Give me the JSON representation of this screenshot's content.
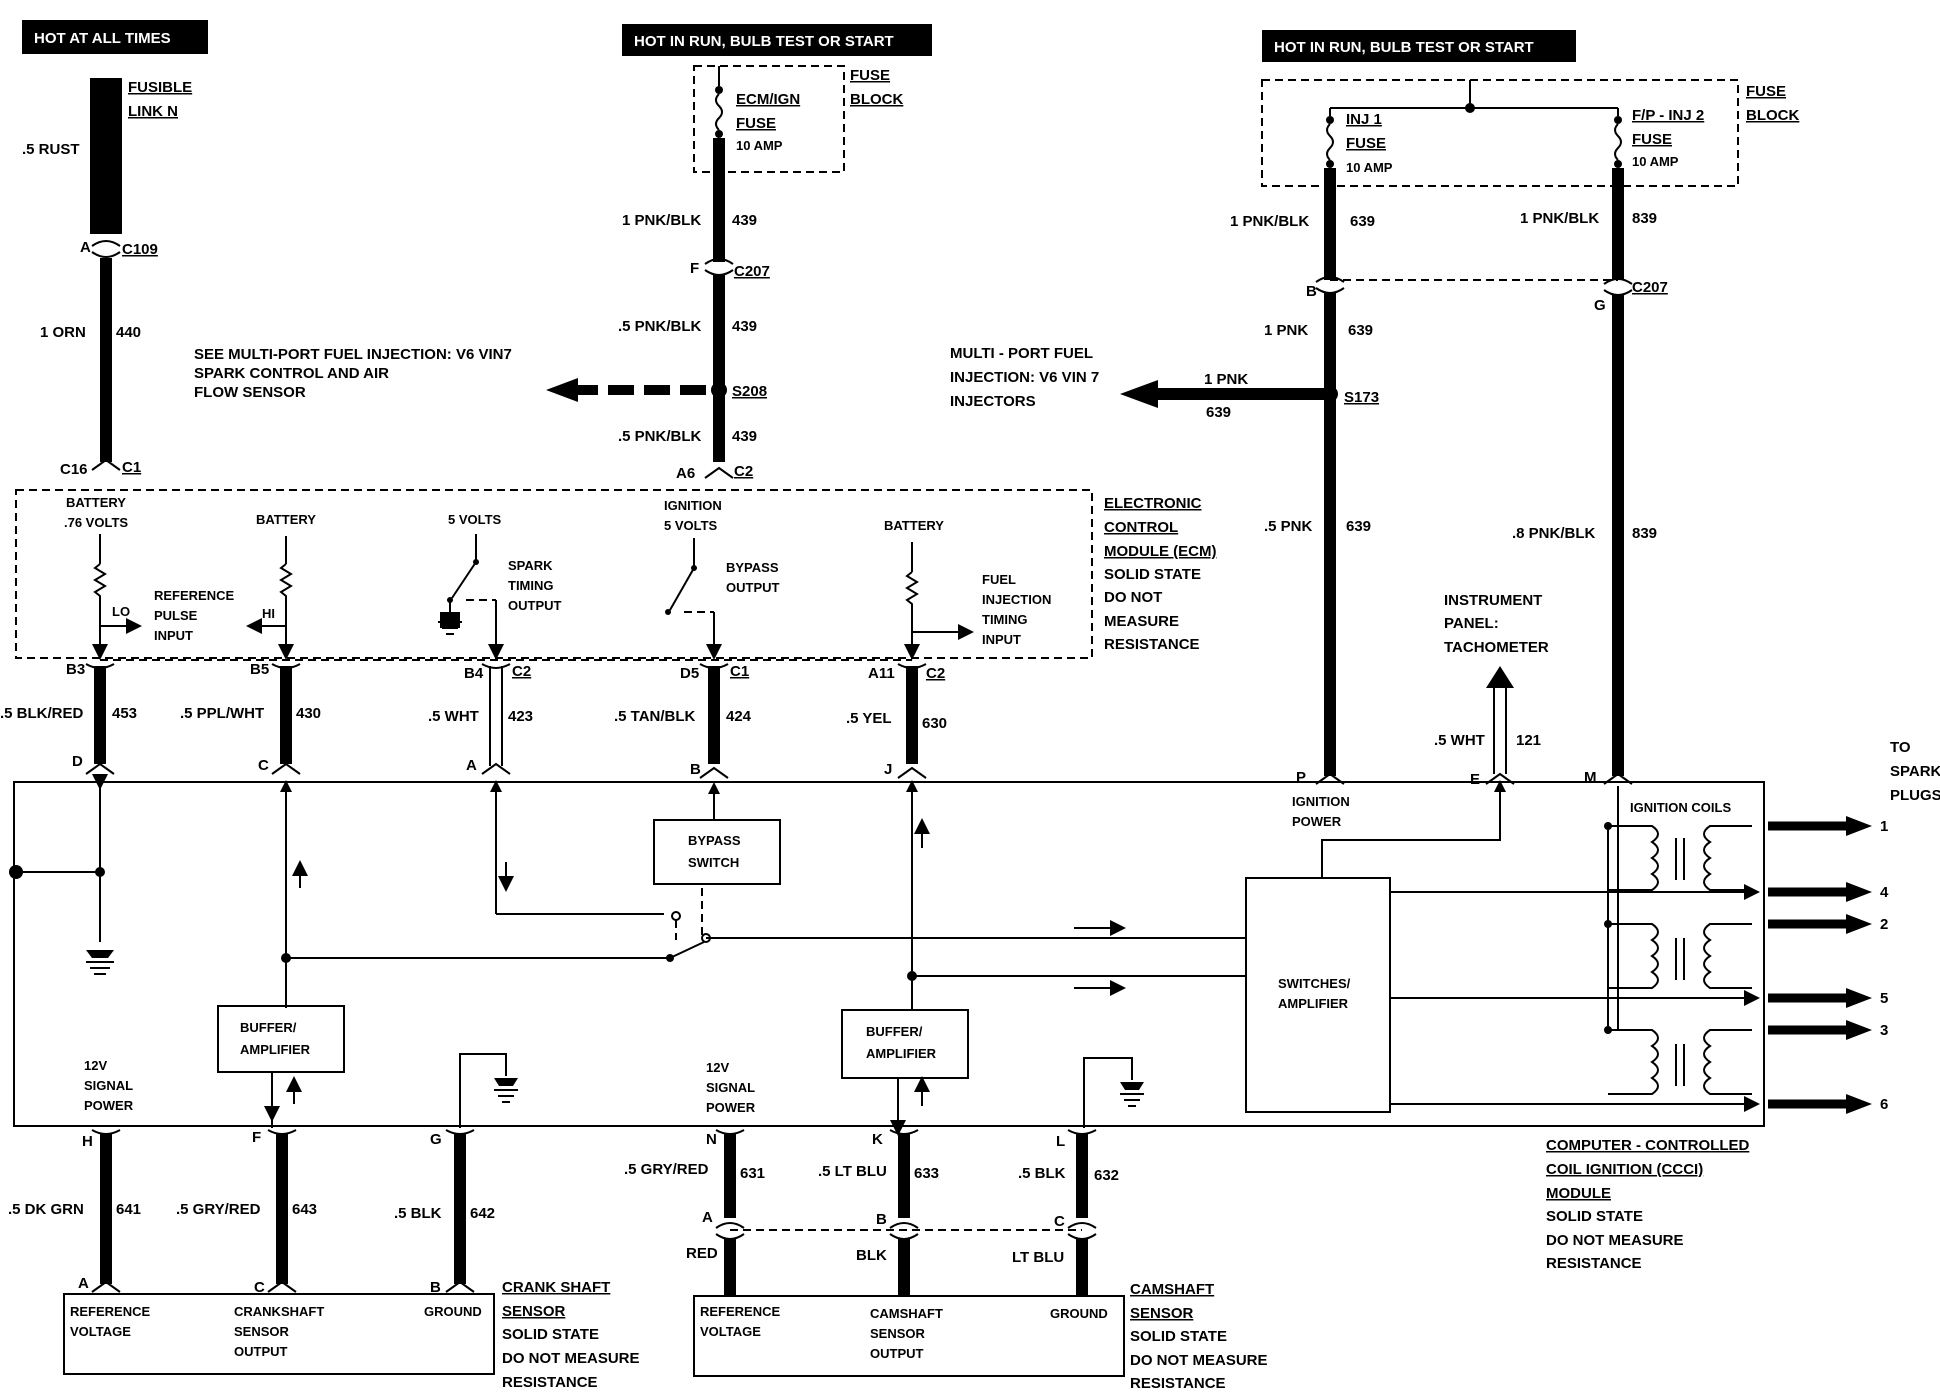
{
  "headers": {
    "hot_at_all_times": "HOT AT ALL TIMES",
    "hot_in_run_1": "HOT IN RUN, BULB TEST OR START",
    "hot_in_run_2": "HOT IN RUN, BULB TEST OR START"
  },
  "fusible_link": {
    "line1": "FUSIBLE",
    "line2": "LINK N",
    "wire": ".5 RUST",
    "conn_pin": "A",
    "conn": "C109",
    "wire2": "1 ORN",
    "circuit": "440",
    "pin_bottom": "C16",
    "conn_bottom": "C1"
  },
  "fuse_block_1": {
    "fuse_line1": "ECM/IGN",
    "fuse_line2": "FUSE",
    "amp": "10 AMP",
    "block_line1": "FUSE",
    "block_line2": "BLOCK"
  },
  "fuse_block_2": {
    "inj1_line1": "INJ 1",
    "inj1_line2": "FUSE",
    "inj1_amp": "10 AMP",
    "inj2_line1": "F/P - INJ 2",
    "inj2_line2": "FUSE",
    "inj2_amp": "10 AMP",
    "block_line1": "FUSE",
    "block_line2": "BLOCK"
  },
  "wires_mid": {
    "w1": "1 PNK/BLK",
    "c1": "439",
    "pin_f": "F",
    "c207": "C207",
    "w2": ".5 PNK/BLK",
    "c2": "439",
    "s208": "S208",
    "w3": ".5 PNK/BLK",
    "c3": "439",
    "pin_a6": "A6",
    "c2_conn": "C2"
  },
  "see_note": {
    "line1": "SEE MULTI-PORT FUEL INJECTION: V6 VIN7",
    "line2": "SPARK CONTROL AND AIR",
    "line3": "FLOW SENSOR"
  },
  "mpfi_note": {
    "line1": "MULTI - PORT FUEL",
    "line2": "INJECTION:  V6 VIN 7",
    "line3": "INJECTORS",
    "wire": "1 PNK",
    "circuit": "639"
  },
  "wires_right": {
    "w639_top": "1 PNK/BLK",
    "c639_top": "639",
    "w839_top": "1 PNK/BLK",
    "c839_top": "839",
    "pin_b": "B",
    "pin_g": "G",
    "c207": "C207",
    "w639_mid": "1 PNK",
    "c639_mid": "639",
    "s173": "S173",
    "w639_low": ".5 PNK",
    "c639_low": "639",
    "w839_low": ".8 PNK/BLK",
    "c839_low": "839"
  },
  "ecm": {
    "battery76_1": "BATTERY",
    "battery76_2": ".76 VOLTS",
    "lo": "LO",
    "ref_pulse_1": "REFERENCE",
    "ref_pulse_2": "PULSE",
    "ref_pulse_3": "INPUT",
    "battery": "BATTERY",
    "hi": "HI",
    "five_volts": "5 VOLTS",
    "spark_1": "SPARK",
    "spark_2": "TIMING",
    "spark_3": "OUTPUT",
    "ign_1": "IGNITION",
    "ign_2": "5 VOLTS",
    "bypass_1": "BYPASS",
    "bypass_2": "OUTPUT",
    "battery3": "BATTERY",
    "fuel_1": "FUEL",
    "fuel_2": "INJECTION",
    "fuel_3": "TIMING",
    "fuel_4": "INPUT",
    "label_1": "ELECTRONIC",
    "label_2": "CONTROL",
    "label_3": "MODULE (ECM)",
    "label_4": "SOLID STATE",
    "label_5": "DO NOT",
    "label_6": "MEASURE",
    "label_7": "RESISTANCE"
  },
  "ecm_pins": [
    {
      "pin": "B3",
      "conn": "",
      "wire": ".5 BLK/RED",
      "circuit": "453",
      "cc_pin": "D"
    },
    {
      "pin": "B5",
      "conn": "",
      "wire": ".5 PPL/WHT",
      "circuit": "430",
      "cc_pin": "C"
    },
    {
      "pin": "B4",
      "conn": "C2",
      "wire": ".5 WHT",
      "circuit": "423",
      "cc_pin": "A"
    },
    {
      "pin": "D5",
      "conn": "C1",
      "wire": ".5 TAN/BLK",
      "circuit": "424",
      "cc_pin": "B"
    },
    {
      "pin": "A11",
      "conn": "C2",
      "wire": ".5 YEL",
      "circuit": "630",
      "cc_pin": "J"
    }
  ],
  "tach": {
    "line1": "INSTRUMENT",
    "line2": "PANEL:",
    "line3": "TACHOMETER",
    "wire": ".5 WHT",
    "circuit": "121",
    "pin": "E"
  },
  "ccci": {
    "pin_p": "P",
    "pin_m": "M",
    "ign_power_1": "IGNITION",
    "ign_power_2": "POWER",
    "ign_coils": "IGNITION COILS",
    "bypass_1": "BYPASS",
    "bypass_2": "SWITCH",
    "buffer_1": "BUFFER/",
    "buffer_2": "AMPLIFIER",
    "sw_1": "SWITCHES/",
    "sw_2": "AMPLIFIER",
    "sig_1": "12V",
    "sig_2": "SIGNAL",
    "sig_3": "POWER",
    "label_1": "COMPUTER - CONTROLLED",
    "label_2": "COIL IGNITION (CCCI)",
    "label_3": "MODULE",
    "label_4": "SOLID STATE",
    "label_5": "DO NOT MEASURE",
    "label_6": "RESISTANCE"
  },
  "spark_plugs": {
    "line1": "TO",
    "line2": "SPARK",
    "line3": "PLUGS",
    "outputs": [
      "1",
      "4",
      "2",
      "5",
      "3",
      "6"
    ]
  },
  "crank": {
    "pin_h": "H",
    "pin_f": "F",
    "pin_g": "G",
    "w1": ".5 DK GRN",
    "c1": "641",
    "w2": ".5 GRY/RED",
    "c2": "643",
    "w3": ".5 BLK",
    "c3": "642",
    "pin_a": "A",
    "pin_c": "C",
    "pin_b": "B",
    "ref_1": "REFERENCE",
    "ref_2": "VOLTAGE",
    "out_1": "CRANKSHAFT",
    "out_2": "SENSOR",
    "out_3": "OUTPUT",
    "ground": "GROUND",
    "label_1": "CRANK SHAFT",
    "label_2": "SENSOR",
    "label_3": "SOLID STATE",
    "label_4": "DO NOT MEASURE",
    "label_5": "RESISTANCE"
  },
  "cam": {
    "pin_n": "N",
    "pin_k": "K",
    "pin_l": "L",
    "w1": ".5 GRY/RED",
    "c1": "631",
    "w2": ".5 LT BLU",
    "c2": "633",
    "w3": ".5 BLK",
    "c3": "632",
    "pin_a": "A",
    "pin_b": "B",
    "pin_c": "C",
    "red": "RED",
    "blk": "BLK",
    "ltblu": "LT BLU",
    "ref_1": "REFERENCE",
    "ref_2": "VOLTAGE",
    "out_1": "CAMSHAFT",
    "out_2": "SENSOR",
    "out_3": "OUTPUT",
    "ground": "GROUND",
    "label_1": "CAMSHAFT",
    "label_2": "SENSOR",
    "label_3": "SOLID STATE",
    "label_4": "DO NOT MEASURE",
    "label_5": "RESISTANCE"
  }
}
